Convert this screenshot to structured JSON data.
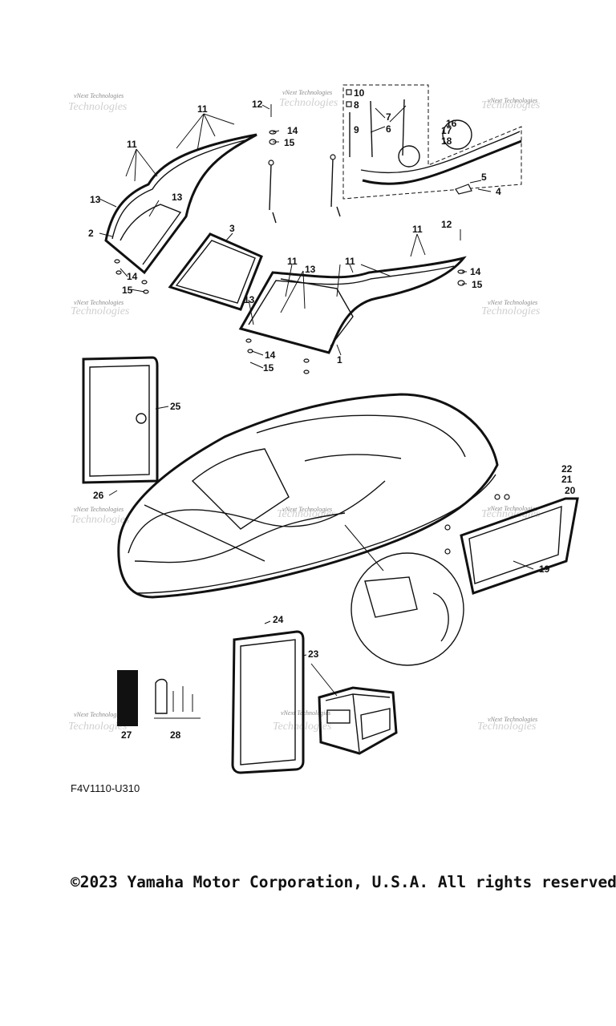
{
  "diagram": {
    "code": "F4V1110-U310",
    "watermark_text": "vNext Technologies",
    "watermark_bg_text": "Technologies",
    "callouts": {
      "c1": "1",
      "c2": "2",
      "c3": "3",
      "c4": "4",
      "c5": "5",
      "c6": "6",
      "c7": "7",
      "c8": "8",
      "c9": "9",
      "c10": "10",
      "c11": "11",
      "c12": "12",
      "c13": "13",
      "c14": "14",
      "c15": "15",
      "c16": "16",
      "c17": "17",
      "c18": "18",
      "c19": "19",
      "c20": "20",
      "c21": "21",
      "c22": "22",
      "c23": "23",
      "c24": "24",
      "c25": "25",
      "c26": "26",
      "c27": "27",
      "c28": "28"
    }
  },
  "footer": {
    "copyright": "©2023 Yamaha Motor Corporation, U.S.A. All rights reserved."
  }
}
